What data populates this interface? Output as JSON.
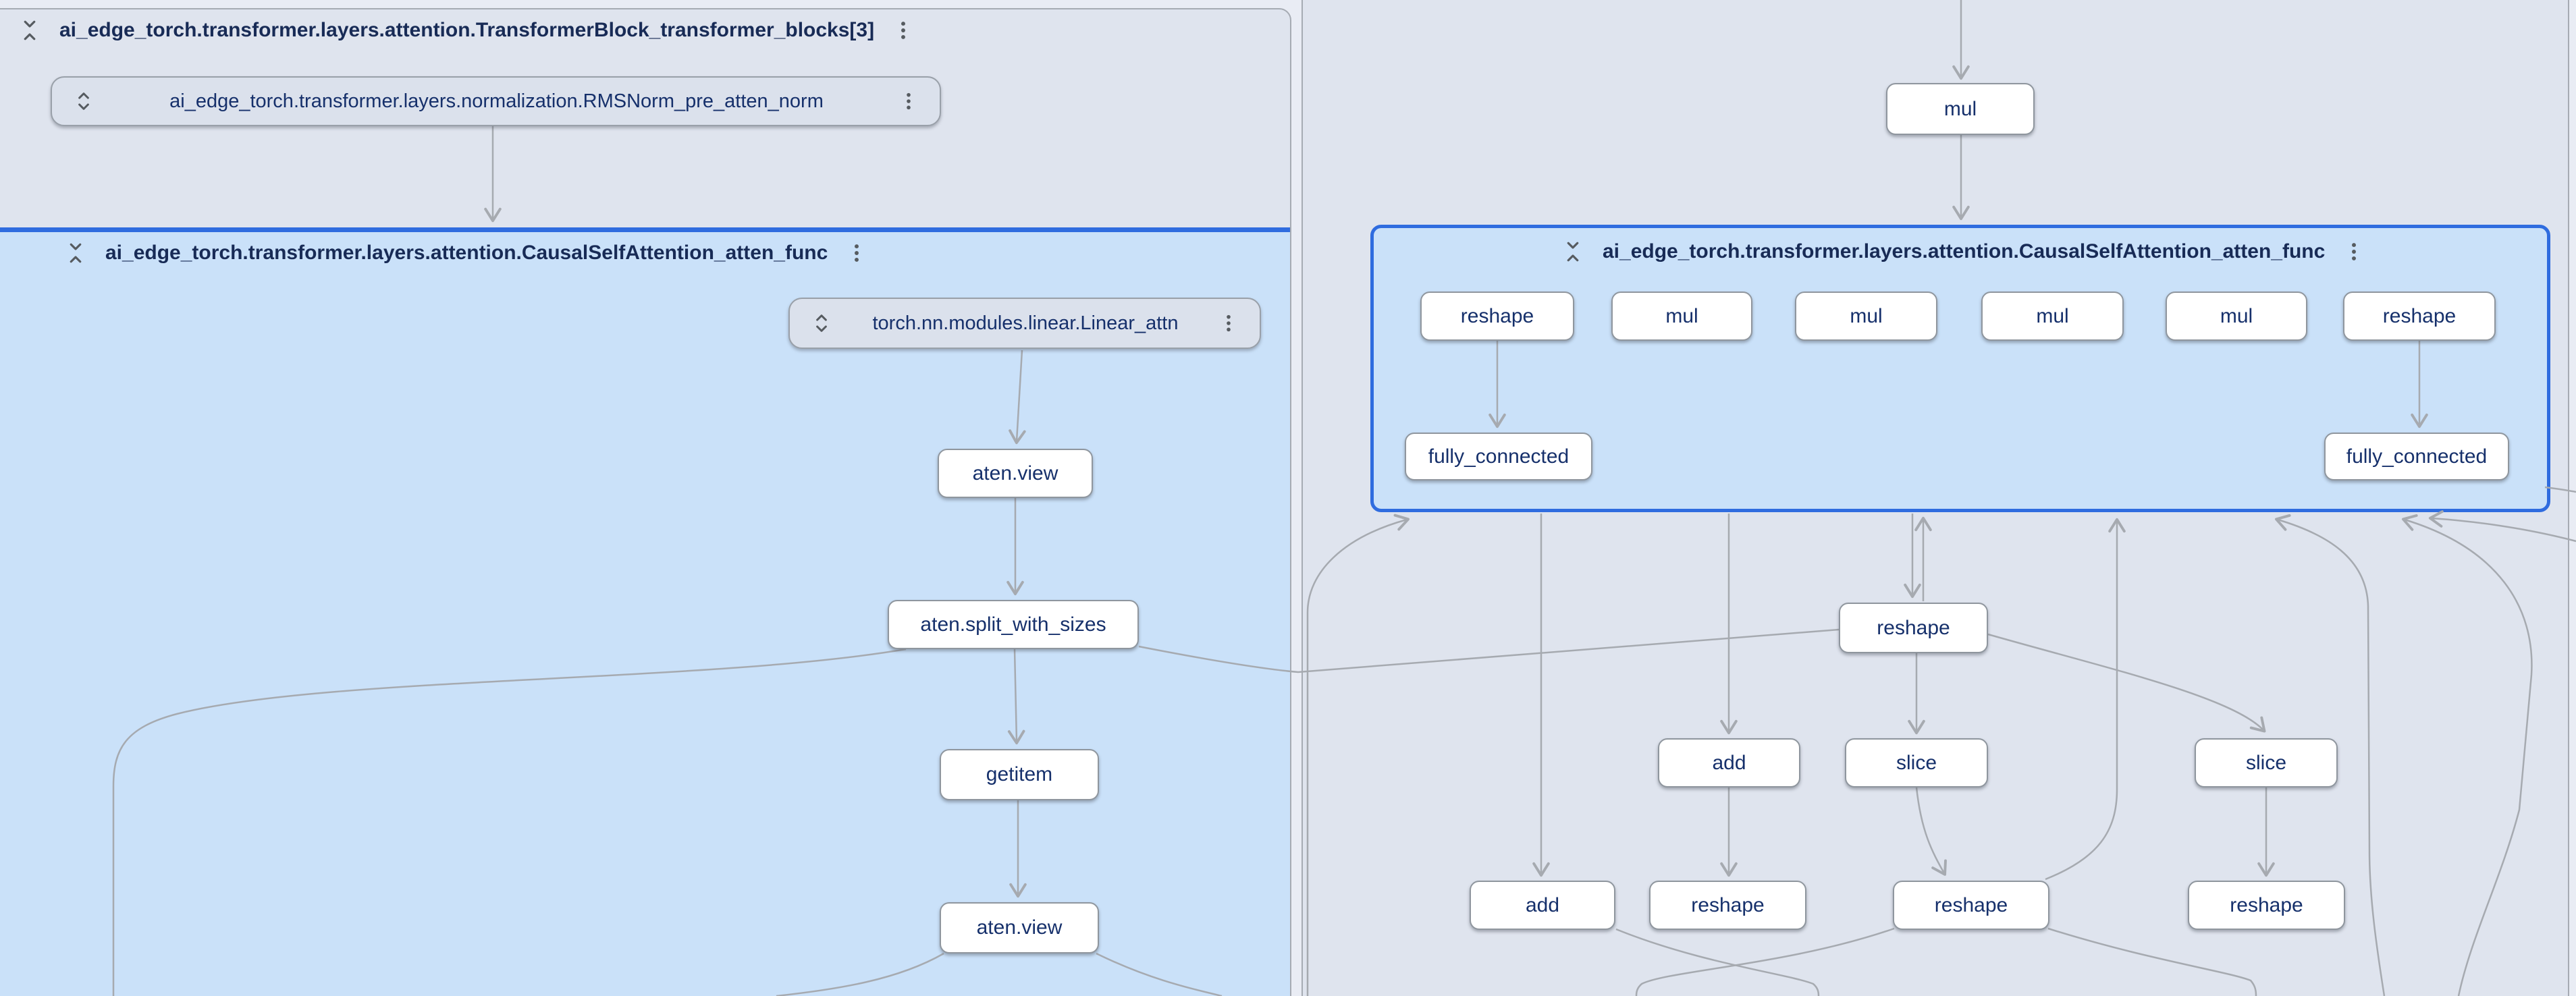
{
  "icons": {
    "collapse": "unfold-less",
    "expand": "unfold-more",
    "menu": "kebab-vertical"
  },
  "colors": {
    "canvas": "#e9ecf4",
    "panel_fill": "#dfe4ee",
    "selected_group_fill": "#cae1f9",
    "selection_blue": "#2f6cdf",
    "edge_gray": "#a6aab0",
    "node_text": "#16306b",
    "title_text": "#182b56"
  },
  "left_block": {
    "title": "ai_edge_torch.transformer.layers.attention.TransformerBlock_transformer_blocks[3]",
    "rmsnorm_label": "ai_edge_torch.transformer.layers.normalization.RMSNorm_pre_atten_norm",
    "attention": {
      "title": "ai_edge_torch.transformer.layers.attention.CausalSelfAttention_atten_func",
      "linear_label": "torch.nn.modules.linear.Linear_attn",
      "ops": {
        "view1": "aten.view",
        "split": "aten.split_with_sizes",
        "getitem": "getitem",
        "view2": "aten.view"
      }
    }
  },
  "right_block": {
    "mul_label": "mul",
    "attention": {
      "title": "ai_edge_torch.transformer.layers.attention.CausalSelfAttention_atten_func",
      "row1": [
        "reshape",
        "mul",
        "mul",
        "mul",
        "mul",
        "reshape"
      ],
      "fc_row": [
        "fully_connected",
        "fully_connected"
      ]
    },
    "lower": {
      "reshape_top": "reshape",
      "add_mid": "add",
      "slice_mid": "slice",
      "slice_right": "slice",
      "add_bottom": "add",
      "reshape_b1": "reshape",
      "reshape_b2": "reshape",
      "reshape_b3": "reshape"
    }
  }
}
